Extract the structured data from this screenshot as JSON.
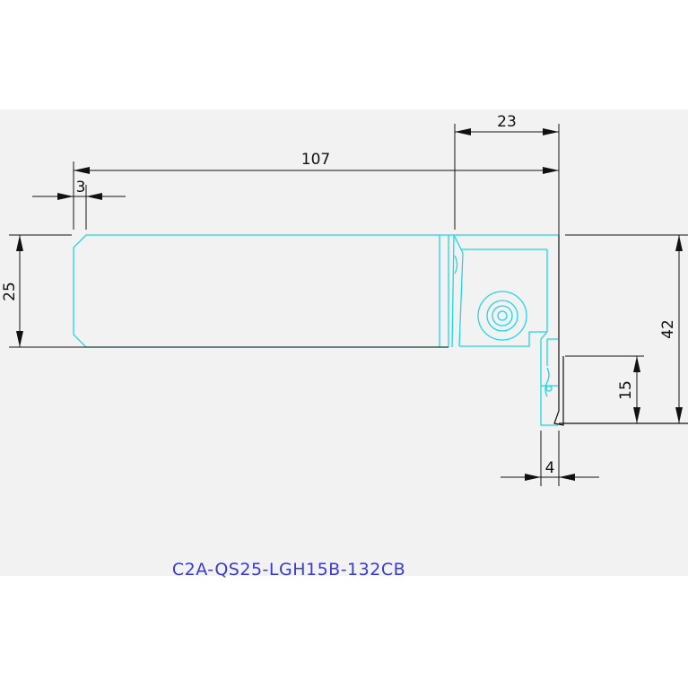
{
  "drawing": {
    "dimensions": {
      "overall_length": "107",
      "head_length": "23",
      "chamfer": "3",
      "shank_height": "25",
      "total_height": "42",
      "max_depth": "15",
      "blade_width": "4"
    },
    "part_number": "C2A-QS25-LGH15B-132CB"
  },
  "colors": {
    "background": "#f2f2f2",
    "outline": "#1fd6e6",
    "dimension": "#111111",
    "label": "#3a3ad6"
  }
}
